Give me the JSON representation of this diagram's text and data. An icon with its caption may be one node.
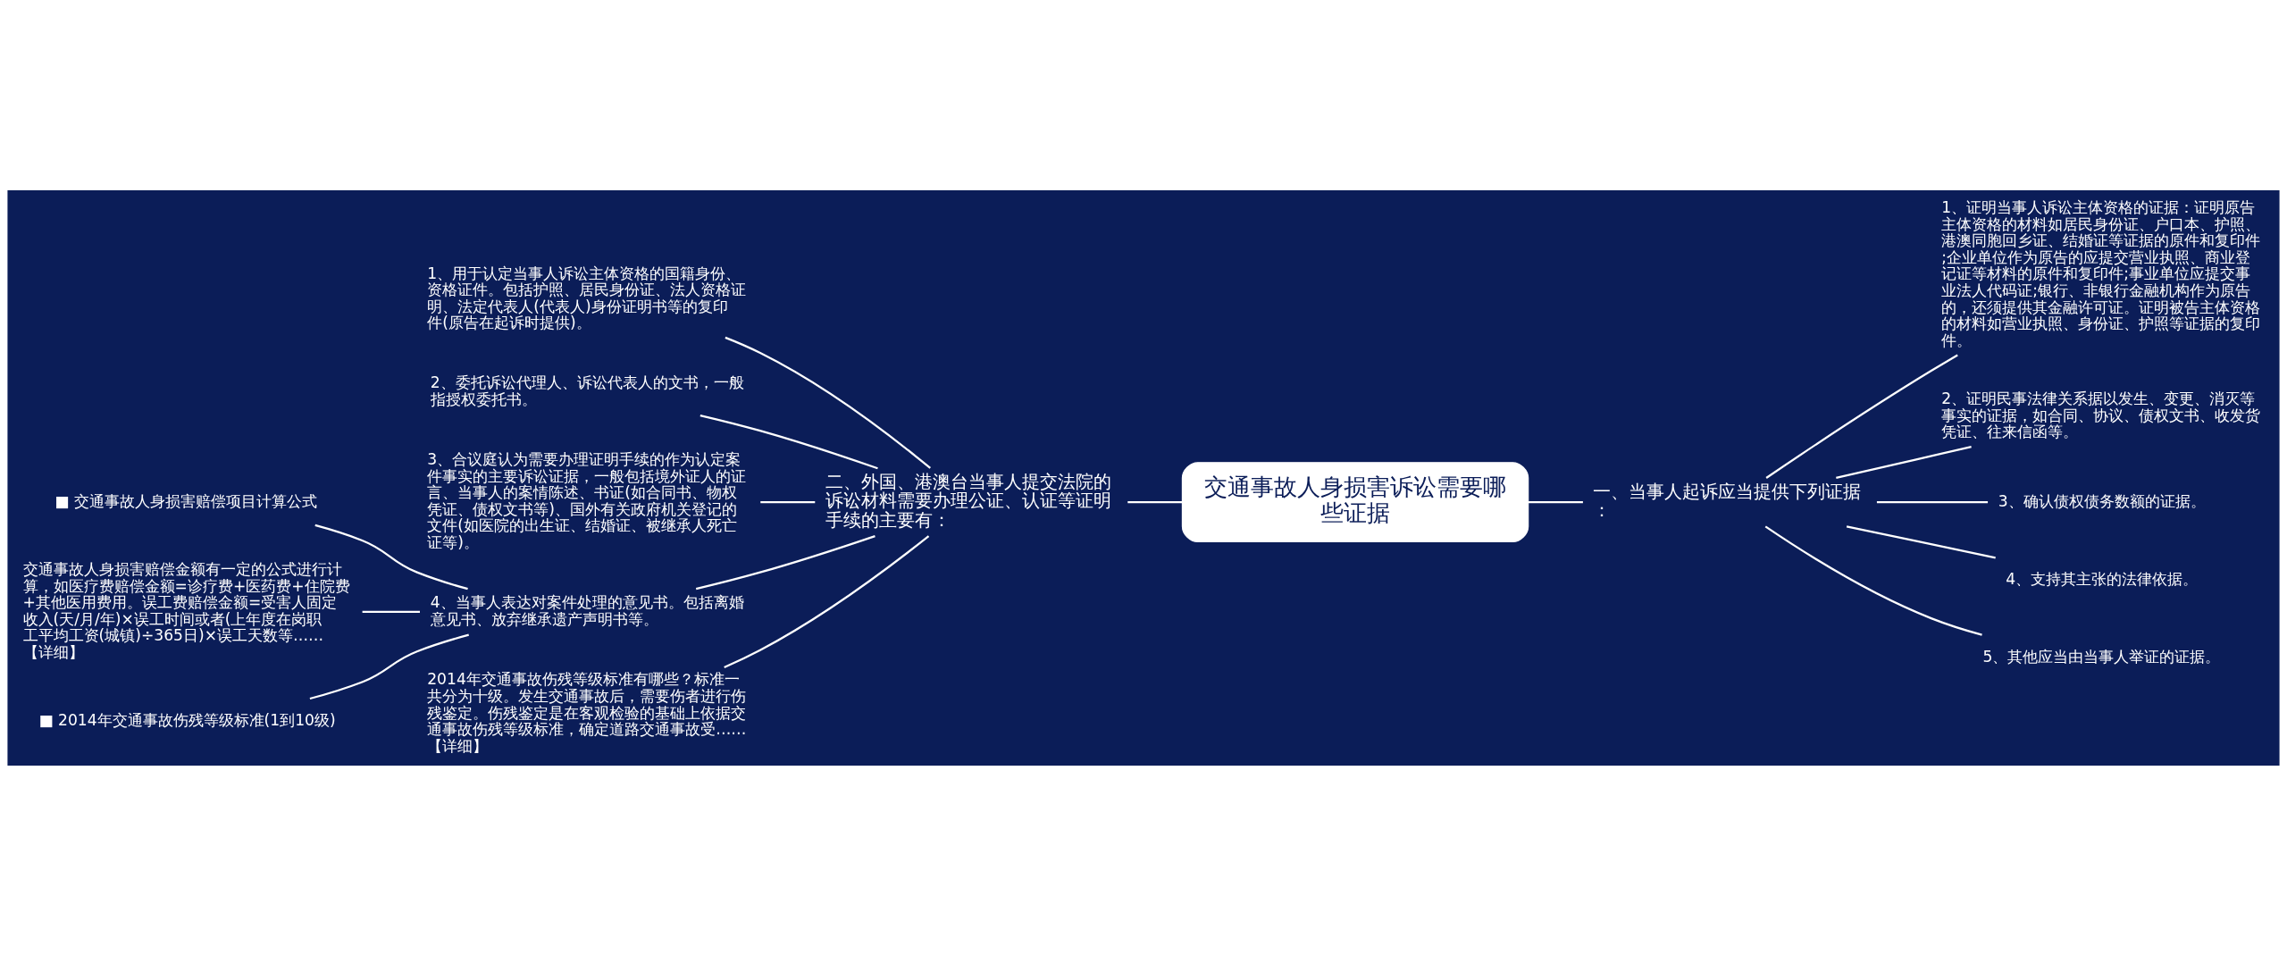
{
  "diagram": {
    "nodes": [
      {
        "text": [
          "交通事故人身损害诉讼需要哪些证据"
        ]
      },
      {
        "text": [
          "一、当事人起诉应当提供下列证据："
        ]
      },
      {
        "text": [
          "1、证明当事人诉讼主体资格的证据：证明原告主体资格的材料如居民身份证、户口本、护照、港澳同胞回乡证、结婚证等证据的原件和复印件;企业单位作为原告的应提交营业执照、商业登记证等材料的原件和复印件;事业单位应提交事业法人代码证;银行、非银行金融机构作为原告的，还须提供其金融许可证。证明被告主体资格的材料如营业执照、身份证、护照等证据的复印件。"
        ]
      },
      {
        "text": [
          "2、证明民事法律关系据以发生、变更、消灭等事实的证据，如合同、协议、债权文书、收发货凭证、往来信函等。"
        ]
      },
      {
        "text": [
          "3、确认债权债务数额的证据。"
        ]
      },
      {
        "text": [
          "4、支持其主张的法律依据。"
        ]
      },
      {
        "text": [
          "5、其他应当由当事人举证的证据。"
        ]
      },
      {
        "text": [
          "二、外国、港澳台当事人提交法院的诉讼材料需要办理公证、认证等证明手续的主要有："
        ]
      },
      {
        "text": [
          "1、用于认定当事人诉讼主体资格的国籍身份、资格证件。包括护照、居民身份证、法人资格证明、法定代表人(代表人)身份证明书等的复印件(原告在起诉时提供)。"
        ]
      },
      {
        "text": [
          "2、委托诉讼代理人、诉讼代表人的文书，一般指授权委托书。"
        ]
      },
      {
        "text": [
          "3、合议庭认为需要办理证明手续的作为认定案件事实的主要诉讼证据，一般包括境外证人的证言、当事人的案情陈述、书证(如合同书、物权凭证、债权文书等)、国外有关政府机关登记的文件(如医院的出生证、结婚证、被继承人死亡证等)。"
        ]
      },
      {
        "text": [
          "4、当事人表达对案件处理的意见书。包括离婚意见书、放弃继承遗产声明书等。"
        ]
      },
      {
        "text": [
          "2014年交通事故伤残等级标准有哪些？标准一共分为十级。发生交通事故后，需要伤者进行伤残鉴定。伤残鉴定是在客观检验的基础上依据交通事故伤残等级标准，确定道路交通事故受……【详细】"
        ]
      },
      {
        "text": [
          "■ 交通事故人身损害赔偿项目计算公式"
        ]
      },
      {
        "text": [
          "交通事故人身损害赔偿金额有一定的公式进行计算，如医疗费赔偿金额=诊疗费+医药费+住院费+其他医用费用。误工费赔偿金额=受害人固定收入(天/月/年)×误工时间或者(上年度在岗职工平均工资(城镇)÷365日)×误工天数等……【详细】"
        ]
      },
      {
        "text": [
          "■ 2014年交通事故伤残等级标准(1到10级)"
        ]
      }
    ],
    "edges": [
      {
        "from": 0,
        "to": 1,
        "arrow": "none"
      },
      {
        "from": 1,
        "to": 2,
        "arrow": "none"
      },
      {
        "from": 1,
        "to": 3,
        "arrow": "none"
      },
      {
        "from": 1,
        "to": 4,
        "arrow": "none"
      },
      {
        "from": 1,
        "to": 5,
        "arrow": "none"
      },
      {
        "from": 1,
        "to": 6,
        "arrow": "none"
      },
      {
        "from": 7,
        "to": 0,
        "arrow": "none"
      },
      {
        "from": 8,
        "to": 7,
        "arrow": "none"
      },
      {
        "from": 9,
        "to": 7,
        "arrow": "none"
      },
      {
        "from": 10,
        "to": 7,
        "arrow": "none"
      },
      {
        "from": 11,
        "to": 7,
        "arrow": "none"
      },
      {
        "from": 12,
        "to": 7,
        "arrow": "none"
      },
      {
        "from": 13,
        "to": 11,
        "arrow": "none"
      },
      {
        "from": 14,
        "to": 11,
        "arrow": "none"
      },
      {
        "from": 15,
        "to": 11,
        "arrow": "none"
      }
    ]
  }
}
